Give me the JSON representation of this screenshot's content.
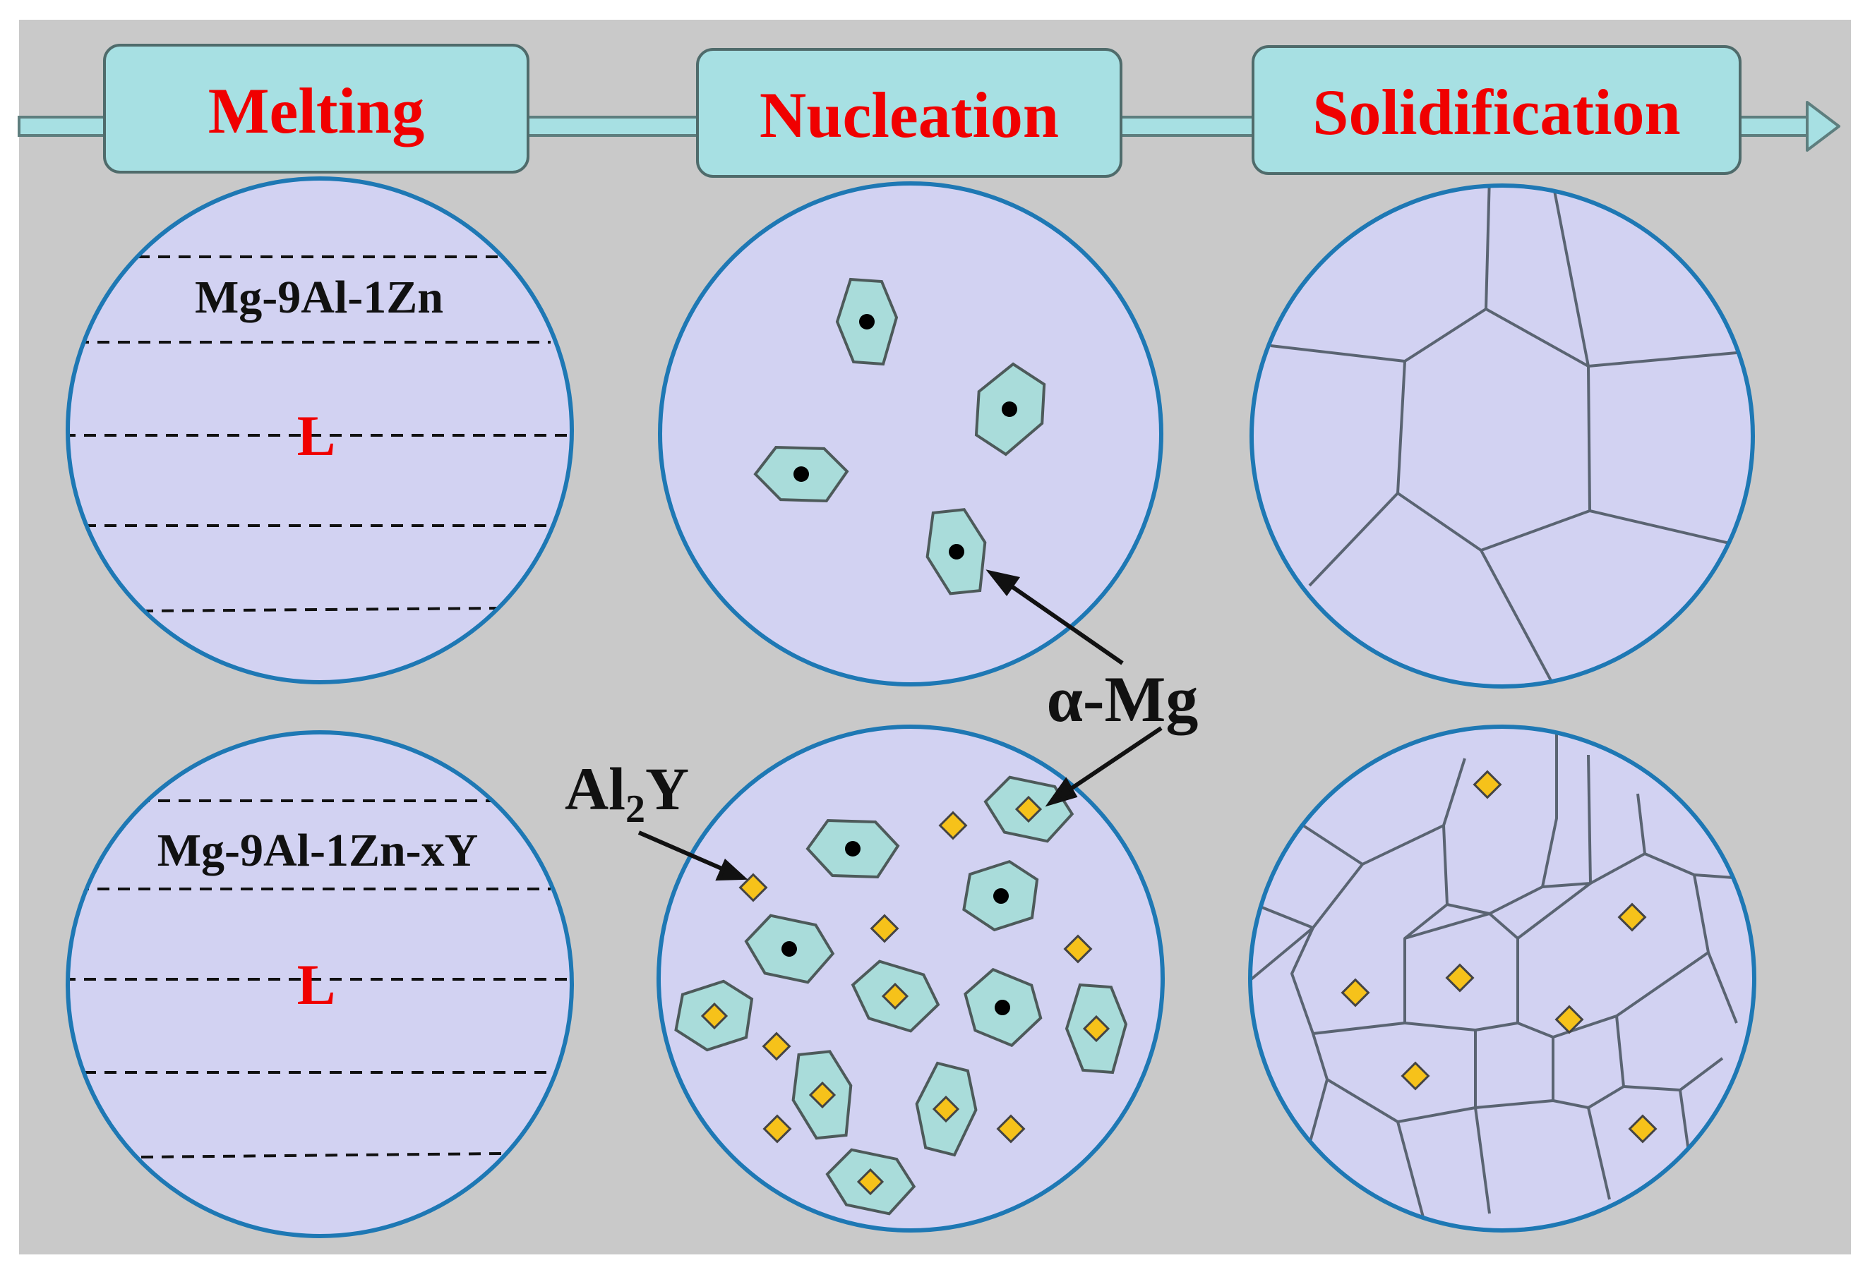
{
  "stages": [
    {
      "id": "melting",
      "label": "Melting"
    },
    {
      "id": "nucleation",
      "label": "Nucleation"
    },
    {
      "id": "solidification",
      "label": "Solidification"
    }
  ],
  "alloys": {
    "base": {
      "label": "Mg-9Al-1Zn",
      "liquid_label": "L"
    },
    "yttrium": {
      "label": "Mg-9Al-1Zn-xY",
      "liquid_label": "L"
    }
  },
  "annotations": {
    "alpha_mg": "α-Mg",
    "al2y_main": "Al",
    "al2y_sub": "2",
    "al2y_tail": "Y"
  },
  "colors": {
    "background": "#c9c9c9",
    "panel_fill": "#d2d2f2",
    "panel_border": "#1e78b4",
    "stage_box": "#a7e0e3",
    "stage_text": "#f00000",
    "grain_fill": "#a9dcda",
    "al2y_fill": "#f6c21a",
    "boundary": "#5a6472"
  }
}
